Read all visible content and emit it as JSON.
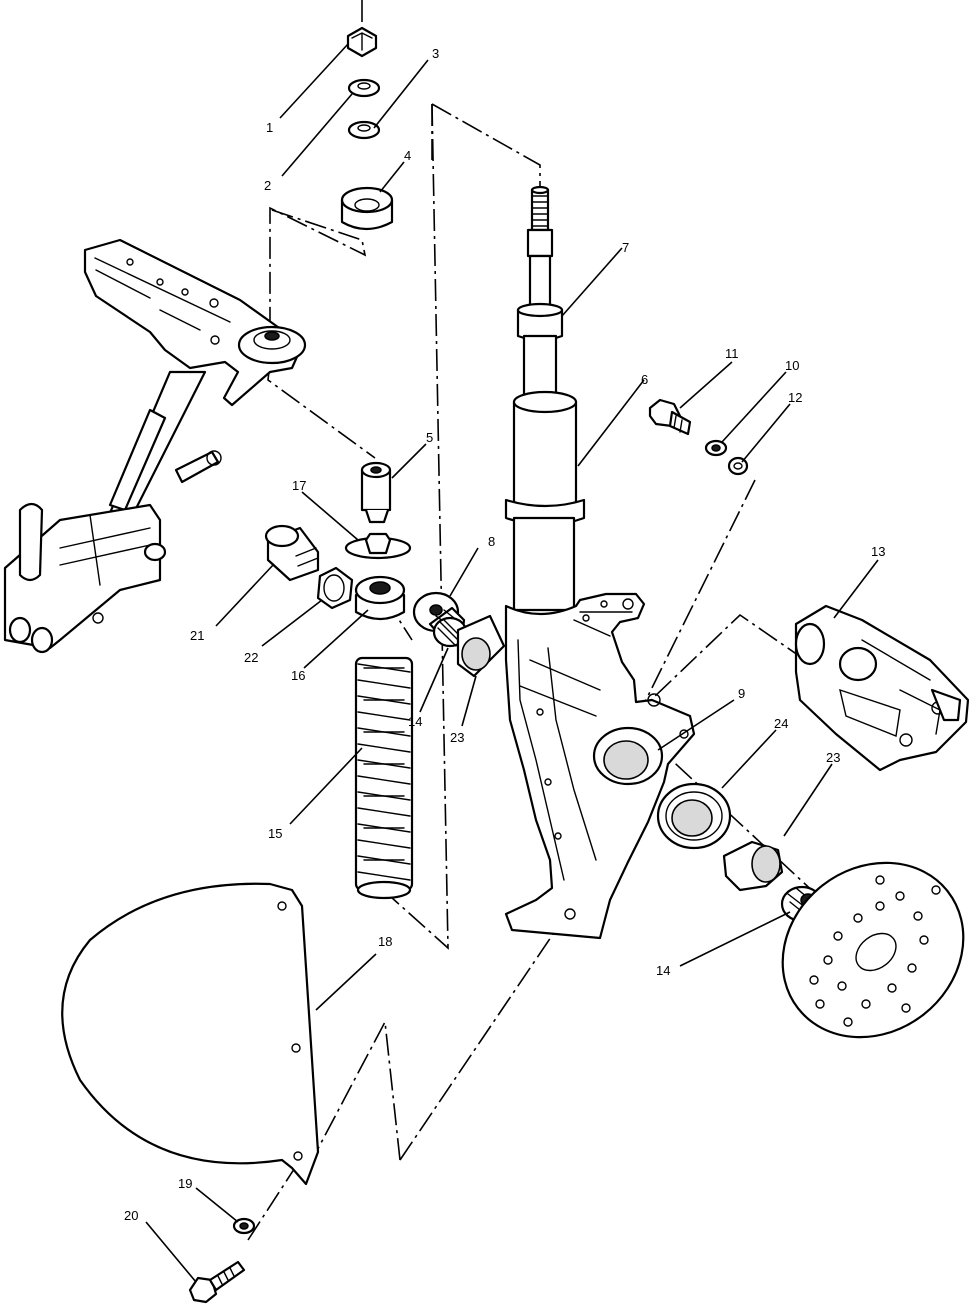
{
  "callouts": {
    "c1": "1",
    "c2": "2",
    "c3": "3",
    "c4": "4",
    "c5": "5",
    "c6": "6",
    "c7": "7",
    "c8": "8",
    "c9": "9",
    "c10": "10",
    "c11": "11",
    "c12": "12",
    "c13": "13",
    "c14a": "14",
    "c14b": "14",
    "c15": "15",
    "c16": "16",
    "c17": "17",
    "c18": "18",
    "c19": "19",
    "c20": "20",
    "c21": "21",
    "c22": "22",
    "c23a": "23",
    "c23b": "23",
    "c24": "24"
  },
  "colors": {
    "line": "#000000",
    "background": "#ffffff",
    "shading": "#d9d9d9"
  }
}
